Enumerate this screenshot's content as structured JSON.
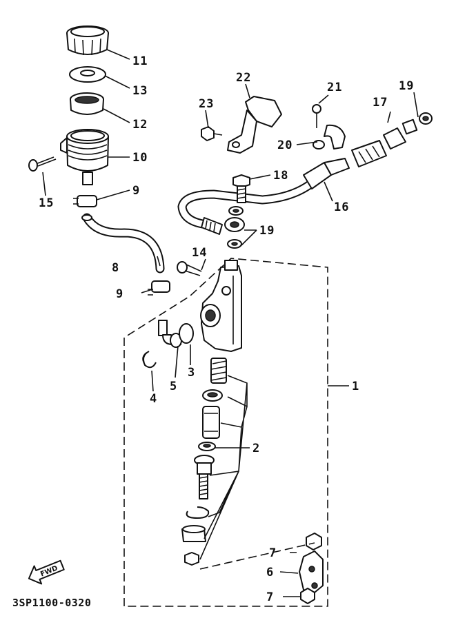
{
  "diagram_code": "3SP1100-0320",
  "fwd_label": "FWD",
  "callouts": [
    {
      "id": "c1",
      "text": "1"
    },
    {
      "id": "c2",
      "text": "2"
    },
    {
      "id": "c3",
      "text": "3"
    },
    {
      "id": "c4",
      "text": "4"
    },
    {
      "id": "c5",
      "text": "5"
    },
    {
      "id": "c6",
      "text": "6"
    },
    {
      "id": "c7a",
      "text": "7"
    },
    {
      "id": "c7b",
      "text": "7"
    },
    {
      "id": "c8",
      "text": "8"
    },
    {
      "id": "c9a",
      "text": "9"
    },
    {
      "id": "c9b",
      "text": "9"
    },
    {
      "id": "c10",
      "text": "10"
    },
    {
      "id": "c11",
      "text": "11"
    },
    {
      "id": "c12",
      "text": "12"
    },
    {
      "id": "c13",
      "text": "13"
    },
    {
      "id": "c14",
      "text": "14"
    },
    {
      "id": "c15",
      "text": "15"
    },
    {
      "id": "c16",
      "text": "16"
    },
    {
      "id": "c17",
      "text": "17"
    },
    {
      "id": "c18",
      "text": "18"
    },
    {
      "id": "c19a",
      "text": "19"
    },
    {
      "id": "c19b",
      "text": "19"
    },
    {
      "id": "c20",
      "text": "20"
    },
    {
      "id": "c21",
      "text": "21"
    },
    {
      "id": "c22",
      "text": "22"
    },
    {
      "id": "c23",
      "text": "23"
    }
  ]
}
